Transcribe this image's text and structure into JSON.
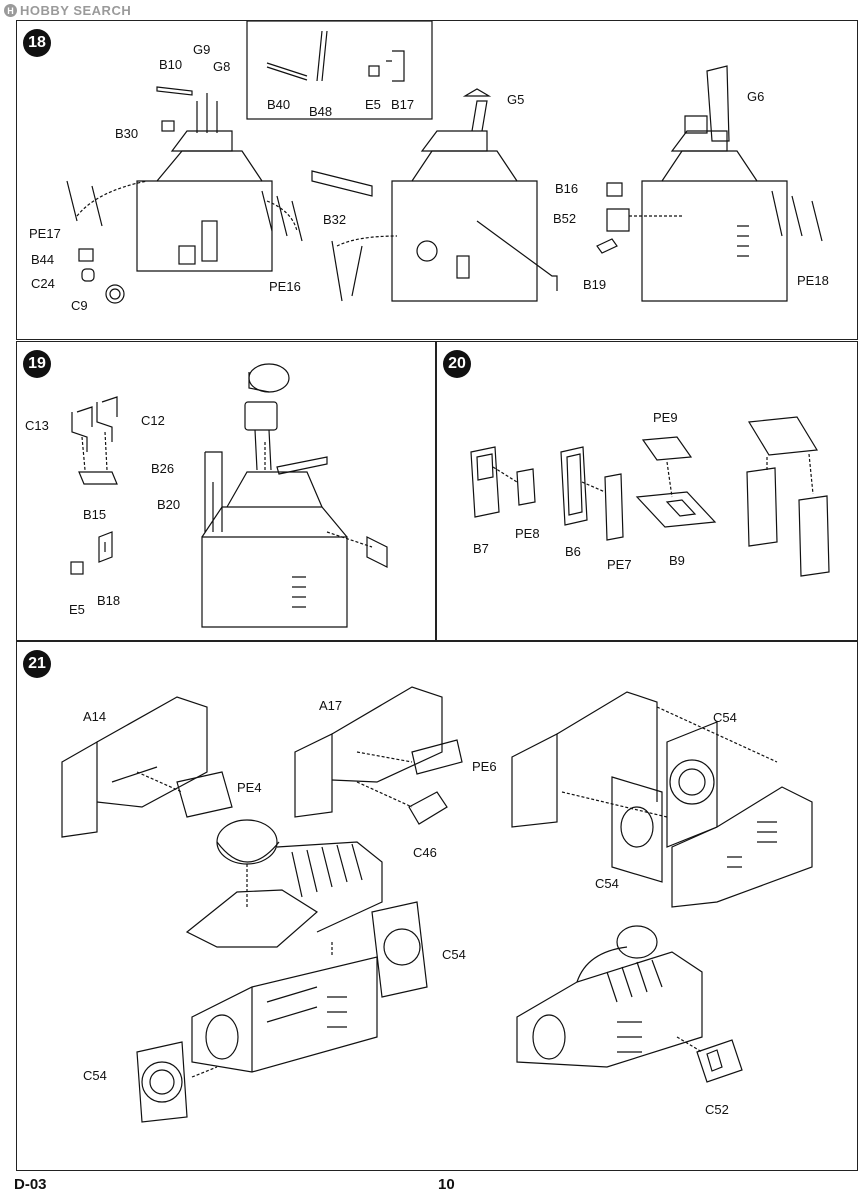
{
  "watermark": {
    "logo_glyph": "H",
    "text": "HOBBY SEARCH"
  },
  "footer": {
    "left": "D-03",
    "page": "10"
  },
  "steps": {
    "s18": {
      "number": "18",
      "labels": [
        "B10",
        "G9",
        "G8",
        "B30",
        "B40",
        "B48",
        "E5",
        "B17",
        "G5",
        "G6",
        "PE17",
        "B44",
        "C24",
        "C9",
        "PE16",
        "B32",
        "B16",
        "B52",
        "B19",
        "PE18"
      ]
    },
    "s19": {
      "number": "19",
      "labels": [
        "C13",
        "C12",
        "B26",
        "B20",
        "B15",
        "E5",
        "B18"
      ]
    },
    "s20": {
      "number": "20",
      "labels": [
        "PE9",
        "B7",
        "PE8",
        "B6",
        "PE7",
        "B9"
      ]
    },
    "s21": {
      "number": "21",
      "labels": [
        "A14",
        "PE4",
        "A17",
        "PE6",
        "C46",
        "C54",
        "C54",
        "C54",
        "C54",
        "C52"
      ]
    }
  },
  "colors": {
    "ink": "#111111",
    "paper": "#ffffff",
    "watermark": "#9a9a9a"
  }
}
